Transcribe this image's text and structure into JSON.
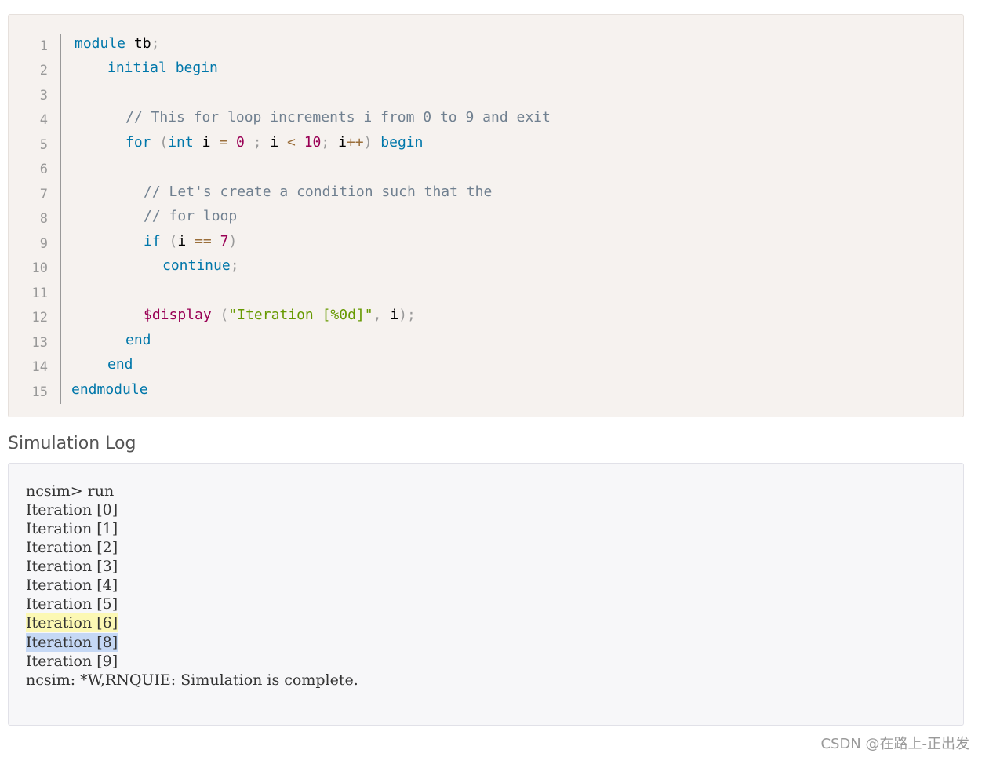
{
  "code": {
    "line_numbers": [
      "1",
      "2",
      "3",
      "4",
      "5",
      "6",
      "7",
      "8",
      "9",
      "10",
      "11",
      "12",
      "13",
      "14",
      "15"
    ],
    "l1": {
      "kw": "module",
      "id": "tb",
      "pun": ";"
    },
    "l2": {
      "kw1": "initial",
      "kw2": "begin"
    },
    "l4": {
      "comment": "// This for loop increments i from 0 to 9 and exit"
    },
    "l5": {
      "kw_for": "for",
      "p_open": "(",
      "kw_int": "int",
      "var_i": "i",
      "eq": "=",
      "zero": "0",
      "semi1": ";",
      "var_i2": "i",
      "lt": "<",
      "ten": "10",
      "semi2": ";",
      "var_i3": "i",
      "inc": "++",
      "p_close": ")",
      "kw_begin": "begin"
    },
    "l7": {
      "comment": "// Let's create a condition such that the"
    },
    "l8": {
      "comment": "// for loop"
    },
    "l9": {
      "kw_if": "if",
      "p_open": "(",
      "var_i": "i",
      "eqeq": "==",
      "seven": "7",
      "p_close": ")"
    },
    "l10": {
      "kw": "continue",
      "pun": ";"
    },
    "l12": {
      "fn": "$display",
      "p_open": "(",
      "str": "\"Iteration [%0d]\"",
      "comma": ",",
      "var_i": "i",
      "p_close": ")",
      "semi": ";"
    },
    "l13": {
      "kw": "end"
    },
    "l14": {
      "kw": "end"
    },
    "l15": {
      "kw": "endmodule"
    }
  },
  "log_section": {
    "title": "Simulation Log",
    "lines": [
      "ncsim> run",
      "Iteration [0]",
      "Iteration [1]",
      "Iteration [2]",
      "Iteration [3]",
      "Iteration [4]",
      "Iteration [5]",
      "Iteration [6]",
      "Iteration [8]",
      "Iteration [9]",
      "ncsim: *W,RNQUIE: Simulation is complete."
    ],
    "highlight_yellow_color": "#fcf8b4",
    "highlight_blue_color": "#c5d8f5"
  },
  "watermark": "CSDN @在路上-正出发"
}
